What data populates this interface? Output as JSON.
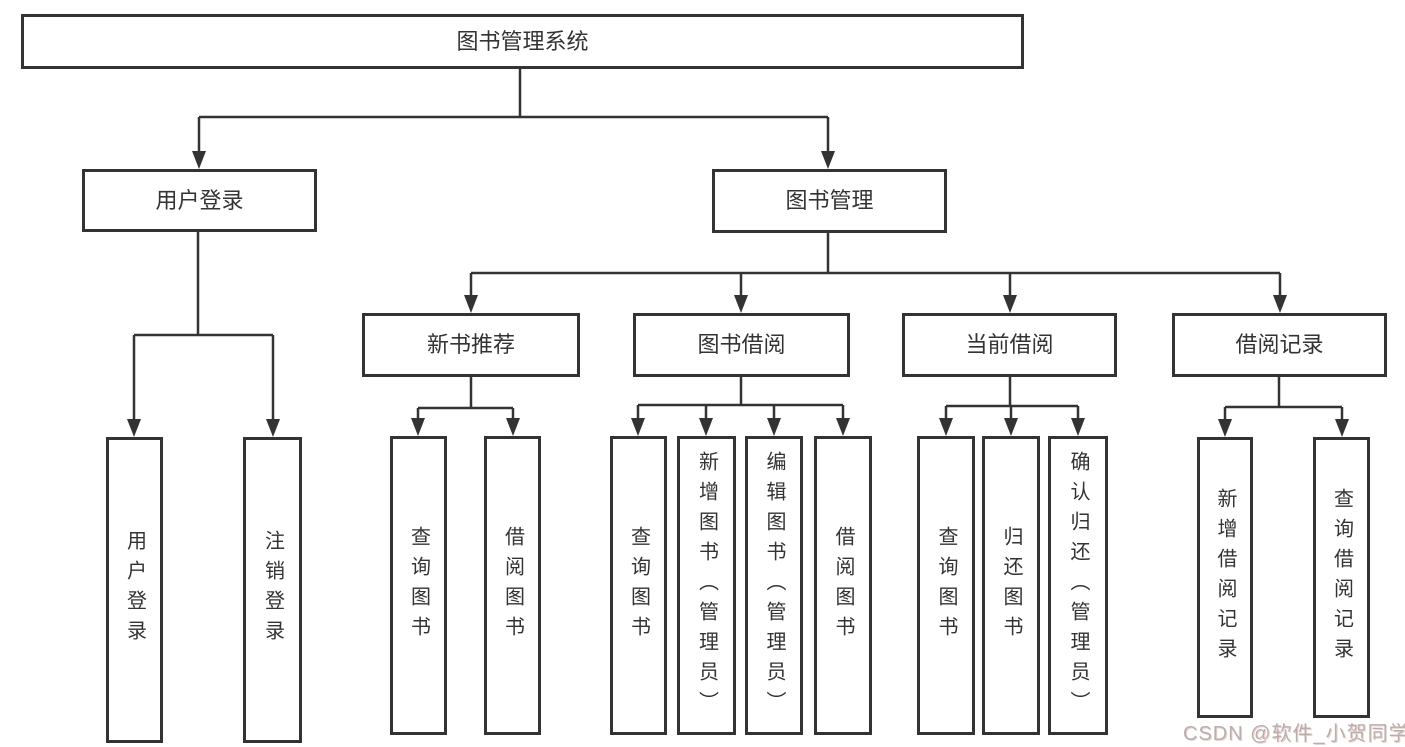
{
  "diagram": {
    "title_note": "functional structure chart of a library management system",
    "root": {
      "label": "图书管理系统"
    },
    "level1": [
      {
        "label": "用户登录",
        "children": [
          {
            "label": "用户登录"
          },
          {
            "label": "注销登录"
          }
        ]
      },
      {
        "label": "图书管理",
        "sections": [
          {
            "label": "新书推荐",
            "children": [
              {
                "label": "查询图书"
              },
              {
                "label": "借阅图书"
              }
            ]
          },
          {
            "label": "图书借阅",
            "children": [
              {
                "label": "查询图书"
              },
              {
                "label": "新增图书（管理员）"
              },
              {
                "label": "编辑图书（管理员）"
              },
              {
                "label": "借阅图书"
              }
            ]
          },
          {
            "label": "当前借阅",
            "children": [
              {
                "label": "查询图书"
              },
              {
                "label": "归还图书"
              },
              {
                "label": "确认归还（管理员）"
              }
            ]
          },
          {
            "label": "借阅记录",
            "children": [
              {
                "label": "新增借阅记录"
              },
              {
                "label": "查询借阅记录"
              }
            ]
          }
        ]
      }
    ]
  },
  "watermark": {
    "text": "CSDN @软件_小贺同学"
  },
  "colors": {
    "line": "#333333",
    "box_border": "#333333",
    "text": "#333333",
    "background": "#ffffff",
    "watermark_text": "#b6b0b0"
  }
}
